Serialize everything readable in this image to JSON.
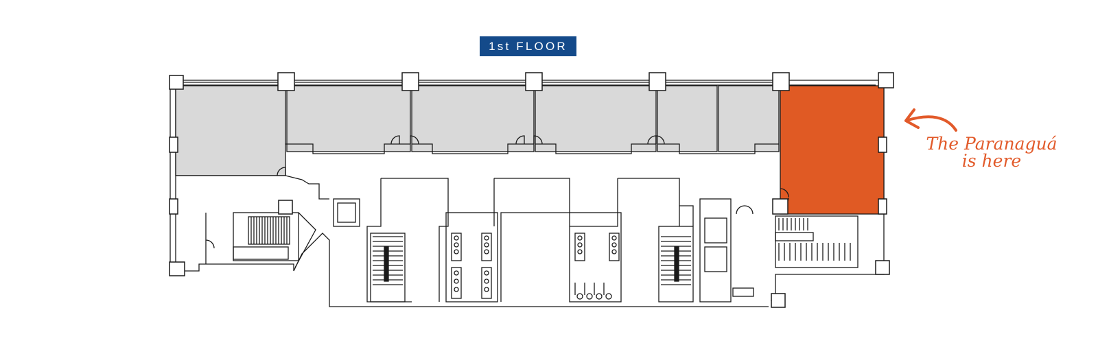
{
  "floor_label": "1st FLOOR",
  "callout": {
    "line1": "The Paranaguá",
    "line2": "is here"
  },
  "colors": {
    "badge": "#144a8a",
    "highlight": "#e05a24",
    "room_fill": "#d9d9d9",
    "walls": "#1a1a1a"
  },
  "icons": [
    "arrow-curved-icon",
    "stairs-icon",
    "elevator-icon",
    "toilet-icon",
    "door-swing-icon",
    "column-icon"
  ]
}
